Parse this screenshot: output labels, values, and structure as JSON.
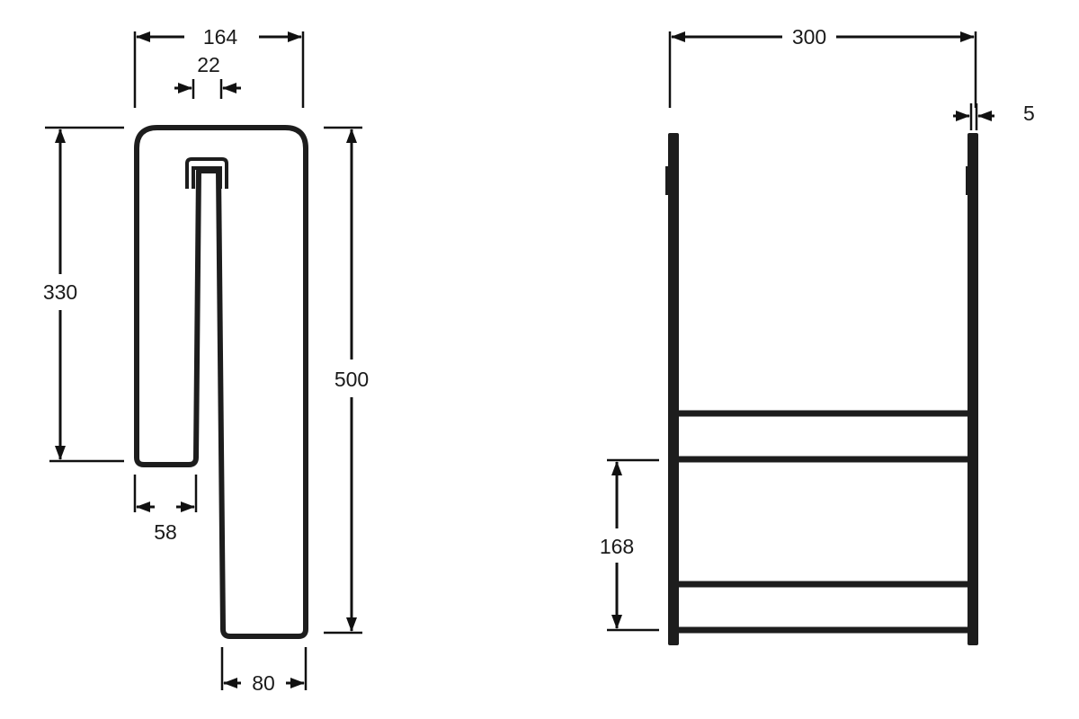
{
  "drawing": {
    "side_view": {
      "dimensions": {
        "width": "164",
        "gap": "22",
        "height_short_leg": "330",
        "height_total": "500",
        "inner_leg_width": "58",
        "foot_width": "80"
      }
    },
    "front_view": {
      "dimensions": {
        "width": "300",
        "rail_thickness": "5",
        "step_spacing": "168"
      }
    }
  }
}
